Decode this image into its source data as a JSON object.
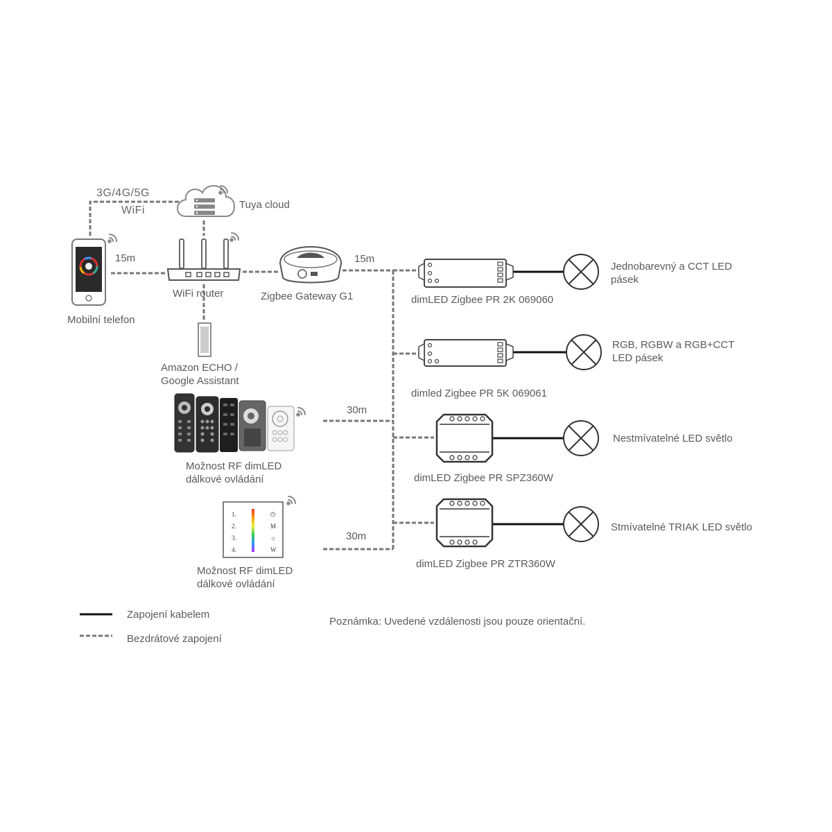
{
  "network": {
    "mobile_label": "3G/4G/5G",
    "wifi_label": "WiFi"
  },
  "nodes": {
    "cloud": "Tuya cloud",
    "phone": "Mobilní telefon",
    "router": "WiFi router",
    "gateway": "Zigbee Gateway G1",
    "assistant_line1": "Amazon ECHO /",
    "assistant_line2": "Google Assistant",
    "rf_remotes_line1": "Možnost RF dimLED",
    "rf_remotes_line2": "dálkové ovládání",
    "wall_panel_line1": "Možnost RF dimLED",
    "wall_panel_line2": "dálkové ovládání"
  },
  "wall_panel": {
    "left_keys": [
      "1.",
      "2.",
      "3.",
      "4."
    ],
    "right_keys": [
      "⏻",
      "M",
      "☼",
      "W"
    ]
  },
  "distances": {
    "phone_router": "15m",
    "gateway_receivers": "15m",
    "remotes": "30m",
    "wall_panel": "30m"
  },
  "receivers": [
    {
      "name": "dimLED Zigbee PR 2K 069060",
      "load_line1": "Jednobarevný a CCT LED",
      "load_line2": "pásek"
    },
    {
      "name": "dimled Zigbee PR 5K 069061",
      "load_line1": "RGB, RGBW a RGB+CCT",
      "load_line2": "LED pásek"
    },
    {
      "name": "dimLED Zigbee PR SPZ360W",
      "load_line1": "Nestmívatelné LED světlo",
      "load_line2": ""
    },
    {
      "name": "dimLED Zigbee PR ZTR360W",
      "load_line1": "Stmívatelné TRIAK LED světlo",
      "load_line2": ""
    }
  ],
  "legend": {
    "wired": "Zapojení kabelem",
    "wireless": "Bezdrátové zapojení"
  },
  "note": "Poznámka: Uvedené vzdálenosti jsou pouze orientační.",
  "colors": {
    "wire": "#111111",
    "wireless": "#777777",
    "text": "#5a5a5a"
  }
}
